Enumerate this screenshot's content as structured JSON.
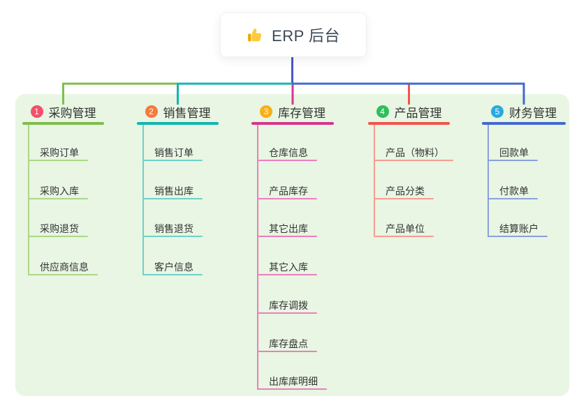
{
  "root": {
    "label": "ERP 后台",
    "icon": "thumbs-up-icon",
    "line_color": "#4c56c8"
  },
  "panel": {
    "background": "#e8f6e3"
  },
  "branches": [
    {
      "number": "1",
      "label": "采购管理",
      "badge_color": "#f4506b",
      "line_color": "#7fbe4e",
      "child_line_color": "#acd787",
      "children": [
        "采购订单",
        "采购入库",
        "采购退货",
        "供应商信息"
      ]
    },
    {
      "number": "2",
      "label": "销售管理",
      "badge_color": "#f57a3b",
      "line_color": "#13b5b1",
      "child_line_color": "#6fd1c9",
      "children": [
        "销售订单",
        "销售出库",
        "销售退货",
        "客户信息"
      ]
    },
    {
      "number": "3",
      "label": "库存管理",
      "badge_color": "#fbae17",
      "line_color": "#d6368c",
      "child_line_color": "#ec7ebf",
      "children": [
        "仓库信息",
        "产品库存",
        "其它出库",
        "其它入库",
        "库存调拨",
        "库存盘点",
        "出库库明细"
      ]
    },
    {
      "number": "4",
      "label": "产品管理",
      "badge_color": "#2ebe5b",
      "line_color": "#f2544e",
      "child_line_color": "#f89b94",
      "children": [
        "产品（物料）",
        "产品分类",
        "产品单位"
      ]
    },
    {
      "number": "5",
      "label": "财务管理",
      "badge_color": "#29a9e1",
      "line_color": "#4468d1",
      "child_line_color": "#8ba0de",
      "children": [
        "回款单",
        "付款单",
        "结算账户"
      ]
    }
  ]
}
